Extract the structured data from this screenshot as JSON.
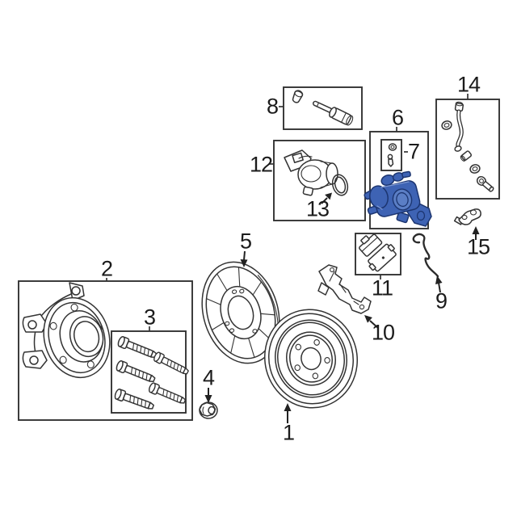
{
  "diagram": {
    "background": "#ffffff",
    "line_color": "#333333",
    "highlight_color": "#3e63b4"
  },
  "callouts": {
    "c1": "1",
    "c2": "2",
    "c3": "3",
    "c4": "4",
    "c5": "5",
    "c6": "6",
    "c7": "7",
    "c8": "8",
    "c9": "9",
    "c10": "10",
    "c11": "11",
    "c12": "12",
    "c13": "13",
    "c14": "14",
    "c15": "15"
  }
}
